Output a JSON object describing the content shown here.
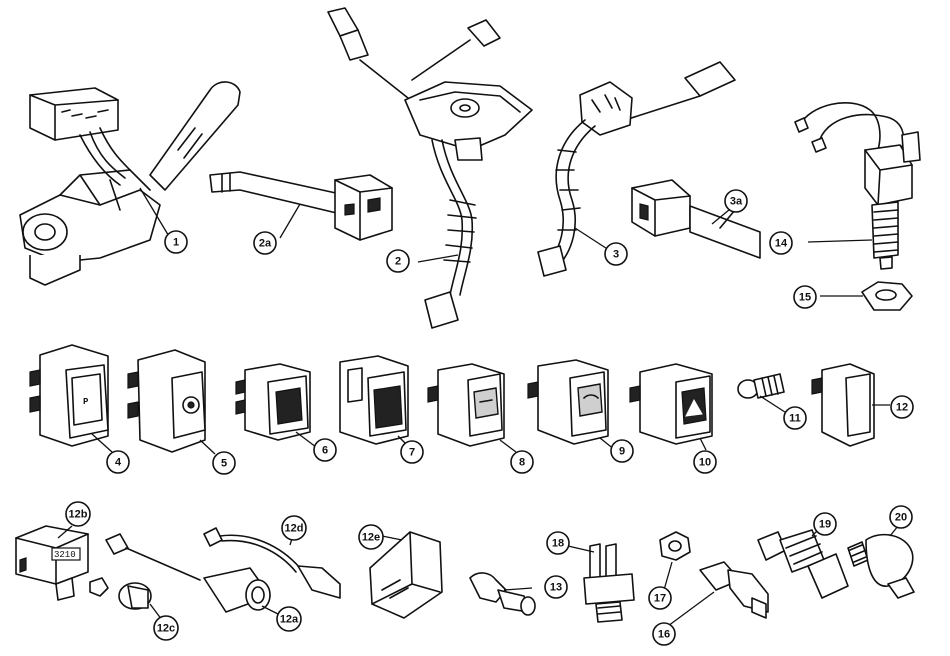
{
  "callouts": [
    {
      "id": "c1",
      "label": "1"
    },
    {
      "id": "c2a",
      "label": "2a"
    },
    {
      "id": "c2",
      "label": "2"
    },
    {
      "id": "c3",
      "label": "3"
    },
    {
      "id": "c3a",
      "label": "3a"
    },
    {
      "id": "c14",
      "label": "14"
    },
    {
      "id": "c15",
      "label": "15"
    },
    {
      "id": "c4",
      "label": "4"
    },
    {
      "id": "c5",
      "label": "5"
    },
    {
      "id": "c6",
      "label": "6"
    },
    {
      "id": "c7",
      "label": "7"
    },
    {
      "id": "c8",
      "label": "8"
    },
    {
      "id": "c9",
      "label": "9"
    },
    {
      "id": "c10",
      "label": "10"
    },
    {
      "id": "c11",
      "label": "11"
    },
    {
      "id": "c12",
      "label": "12"
    },
    {
      "id": "c12b",
      "label": "12b"
    },
    {
      "id": "c12c",
      "label": "12c"
    },
    {
      "id": "c12d",
      "label": "12d"
    },
    {
      "id": "c12a",
      "label": "12a"
    },
    {
      "id": "c12e",
      "label": "12e"
    },
    {
      "id": "c13",
      "label": "13"
    },
    {
      "id": "c18",
      "label": "18"
    },
    {
      "id": "c17",
      "label": "17"
    },
    {
      "id": "c16",
      "label": "16"
    },
    {
      "id": "c19",
      "label": "19"
    },
    {
      "id": "c20",
      "label": "20"
    }
  ],
  "part_markings": {
    "relay_code": "3210",
    "switch_4_symbol": "P"
  }
}
